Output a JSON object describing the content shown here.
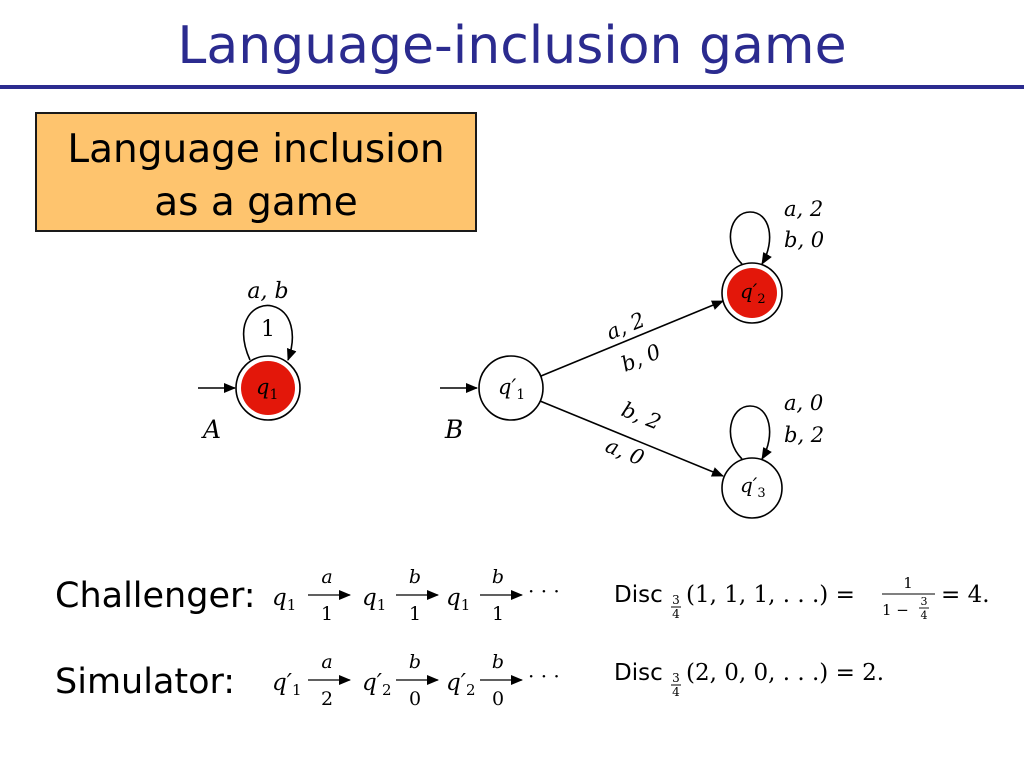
{
  "title": "Language-inclusion game",
  "callout": {
    "line1": "Language inclusion",
    "line2": "as a game"
  },
  "automaton_a": {
    "name": "A",
    "state": "q",
    "state_sub": "1",
    "loop_label": "a, b",
    "loop_weight": "1",
    "accepting_color": "#e3170a"
  },
  "automaton_b": {
    "name": "B",
    "states": [
      {
        "base": "q′",
        "sub": "1"
      },
      {
        "base": "q′",
        "sub": "2"
      },
      {
        "base": "q′",
        "sub": "3"
      }
    ],
    "edge_12": [
      "a, 2",
      "b, 0"
    ],
    "edge_13": [
      "b, 2",
      "a, 0"
    ],
    "loop_2": [
      "a, 2",
      "b, 0"
    ],
    "loop_3": [
      "a, 0",
      "b, 2"
    ]
  },
  "runs": {
    "challenger": {
      "label": "Challenger:",
      "states": [
        {
          "base": "q",
          "sub": "1"
        },
        {
          "base": "q",
          "sub": "1"
        },
        {
          "base": "q",
          "sub": "1"
        }
      ],
      "letters": [
        "a",
        "b",
        "b"
      ],
      "weights": [
        "1",
        "1",
        "1"
      ],
      "ellipsis": "· · ·",
      "disc": "Disc",
      "disc_num": "3",
      "disc_den": "4",
      "args": "(1, 1, 1, . . .) =",
      "frac_num": "1",
      "frac_den_prefix": "1 −",
      "result": "= 4."
    },
    "simulator": {
      "label": "Simulator:",
      "states": [
        {
          "base": "q′",
          "sub": "1"
        },
        {
          "base": "q′",
          "sub": "2"
        },
        {
          "base": "q′",
          "sub": "2"
        }
      ],
      "letters": [
        "a",
        "b",
        "b"
      ],
      "weights": [
        "2",
        "0",
        "0"
      ],
      "ellipsis": "· · ·",
      "disc": "Disc",
      "disc_num": "3",
      "disc_den": "4",
      "args": "(2, 0, 0, . . .) = 2."
    }
  }
}
